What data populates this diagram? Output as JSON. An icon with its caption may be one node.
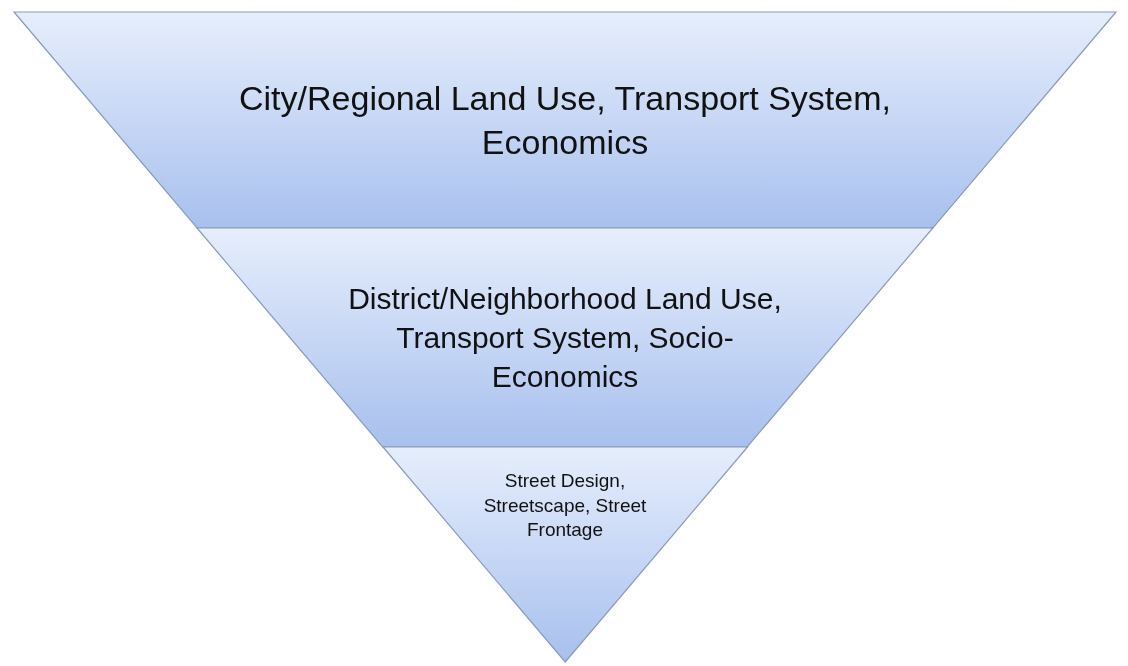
{
  "diagram": {
    "nodes": [
      {
        "text": [
          "City/Regional Land Use, Transport System, Economics"
        ]
      },
      {
        "text": [
          "District/Neighborhood Land Use, Transport System, Socio-Economics"
        ]
      },
      {
        "text": [
          "Street Design, Streetscape, Street Frontage"
        ]
      }
    ]
  }
}
